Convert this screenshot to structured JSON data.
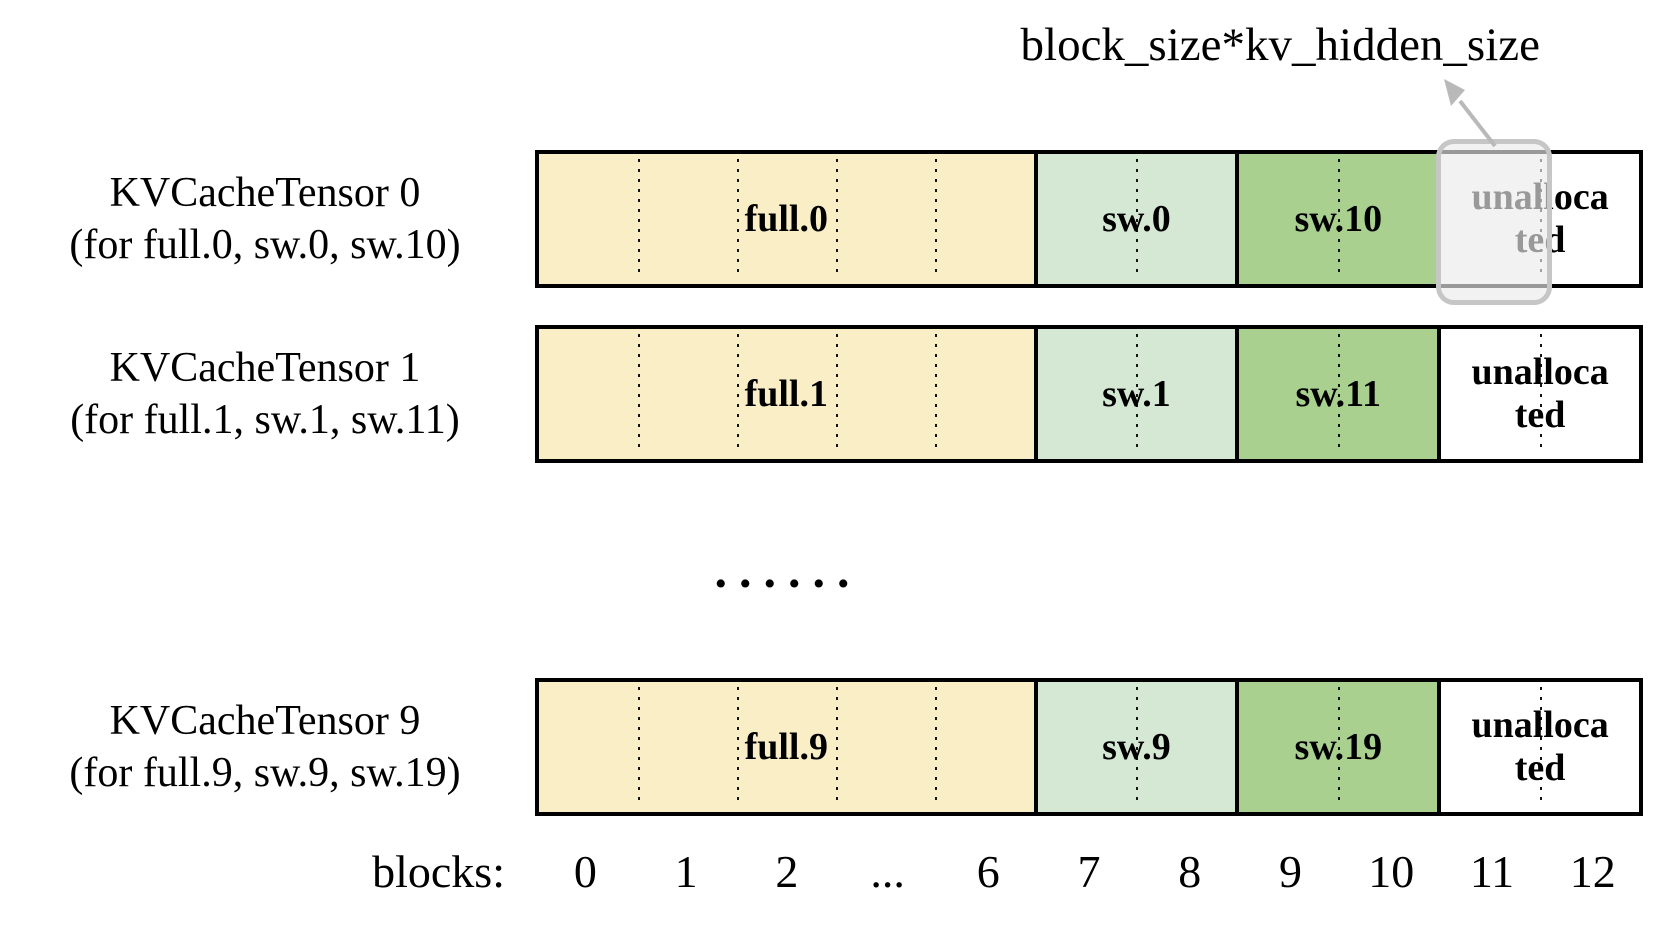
{
  "figure": {
    "annotation": {
      "label": "block_size*kv_hidden_size"
    },
    "colors": {
      "full": "#FAEEC6",
      "sw_light": "#D5E8D3",
      "sw_dark": "#A9D08E",
      "unallocated": "#FFFFFF",
      "border": "#000000",
      "arrow": "#B9B9B9",
      "highlight_border": "#C6C6C6",
      "highlight_fill": "rgba(235,235,235,0.65)"
    },
    "rows": [
      {
        "name": "KVCacheTensor 0",
        "subtitle": "(for full.0, sw.0, sw.10)",
        "segments": [
          {
            "label": "full.0",
            "blocks": 5
          },
          {
            "label": "sw.0",
            "blocks": 2
          },
          {
            "label": "sw.10",
            "blocks": 2
          },
          {
            "label": "unallocated",
            "lines": [
              "unalloca",
              "ted"
            ],
            "blocks": 2
          }
        ],
        "highlighted_block": "11"
      },
      {
        "name": "KVCacheTensor 1",
        "subtitle": "(for full.1, sw.1, sw.11)",
        "segments": [
          {
            "label": "full.1",
            "blocks": 5
          },
          {
            "label": "sw.1",
            "blocks": 2
          },
          {
            "label": "sw.11",
            "blocks": 2
          },
          {
            "label": "unallocated",
            "lines": [
              "unalloca",
              "ted"
            ],
            "blocks": 2
          }
        ]
      },
      {
        "name": "KVCacheTensor 9",
        "subtitle": "(for full.9, sw.9, sw.19)",
        "segments": [
          {
            "label": "full.9",
            "blocks": 5
          },
          {
            "label": "sw.9",
            "blocks": 2
          },
          {
            "label": "sw.19",
            "blocks": 2
          },
          {
            "label": "unallocated",
            "lines": [
              "unalloca",
              "ted"
            ],
            "blocks": 2
          }
        ]
      }
    ],
    "ellipsis": "......",
    "axis": {
      "label": "blocks:",
      "ticks": [
        "0",
        "1",
        "2",
        "...",
        "6",
        "7",
        "8",
        "9",
        "10",
        "11",
        "12"
      ]
    }
  }
}
